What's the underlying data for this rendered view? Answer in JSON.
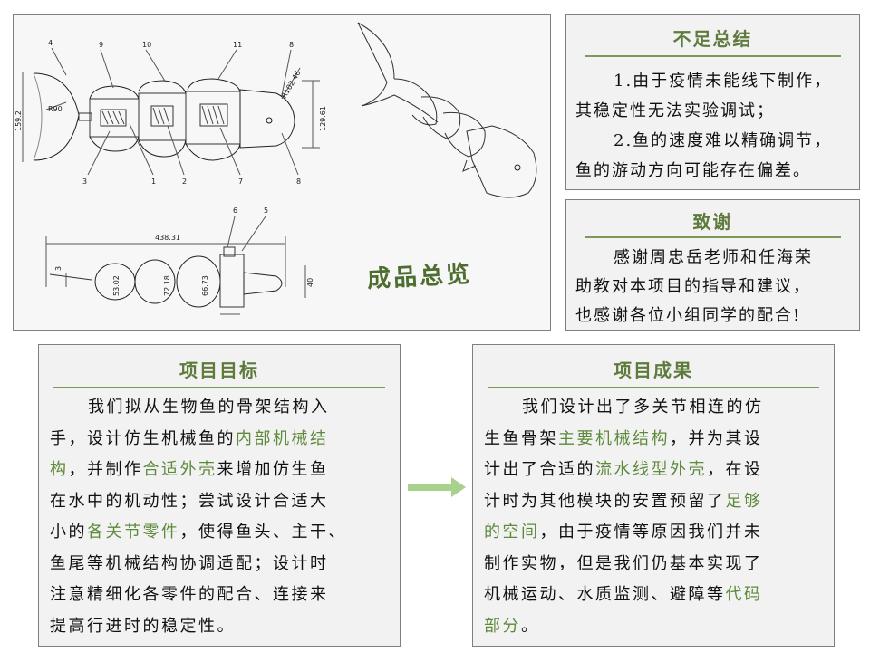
{
  "overview": {
    "title": "成品总览",
    "callouts": [
      "4",
      "9",
      "10",
      "11",
      "8",
      "3",
      "1",
      "2",
      "7",
      "8",
      "6",
      "5"
    ],
    "dimensions": [
      "R90",
      "159.2",
      "R102.46",
      "129.61",
      "438.31",
      "3",
      "53.02",
      "72.18",
      "66.73",
      "40"
    ]
  },
  "shortcomings": {
    "title": "不足总结",
    "lines": [
      "1.由于疫情未能线下制作，",
      "其稳定性无法实验调试；",
      "2.鱼的速度难以精确调节，",
      "鱼的游动方向可能存在偏差。"
    ]
  },
  "thanks": {
    "title": "致谢",
    "lines": [
      "感谢周忠岳老师和任海荣",
      "助教对本项目的指导和建议，",
      "也感谢各位小组同学的配合!"
    ]
  },
  "goal": {
    "title": "项目目标",
    "lines": [
      [
        {
          "t": "我们拟从生物鱼的骨架结构入"
        }
      ],
      [
        {
          "t": "手，设计仿生机械鱼的"
        },
        {
          "t": "内部机械结",
          "hl": true
        }
      ],
      [
        {
          "t": "构",
          "hl": true
        },
        {
          "t": "，并制作"
        },
        {
          "t": "合适外壳",
          "hl": true
        },
        {
          "t": "来增加仿生鱼"
        }
      ],
      [
        {
          "t": "在水中的机动性；尝试设计合适大"
        }
      ],
      [
        {
          "t": "小的"
        },
        {
          "t": "各关节零件",
          "hl": true
        },
        {
          "t": "，使得鱼头、主干、"
        }
      ],
      [
        {
          "t": "鱼尾等机械结构协调适配；设计时"
        }
      ],
      [
        {
          "t": "注意精细化各零件的配合、连接来"
        }
      ],
      [
        {
          "t": "提高行进时的稳定性。"
        }
      ]
    ]
  },
  "results": {
    "title": "项目成果",
    "lines": [
      [
        {
          "t": "我们设计出了多关节相连的仿"
        }
      ],
      [
        {
          "t": "生鱼骨架"
        },
        {
          "t": "主要机械结构",
          "hl": true
        },
        {
          "t": "，并为其设"
        }
      ],
      [
        {
          "t": "计出了合适的"
        },
        {
          "t": "流水线型外壳",
          "hl": true
        },
        {
          "t": "，在设"
        }
      ],
      [
        {
          "t": "计时为其他模块的安置预留了"
        },
        {
          "t": "足够",
          "hl": true
        }
      ],
      [
        {
          "t": "的空间",
          "hl": true
        },
        {
          "t": "，由于疫情等原因我们并未"
        }
      ],
      [
        {
          "t": "制作实物，但是我们仍基本实现了"
        }
      ],
      [
        {
          "t": "机械运动、水质监测、避障等"
        },
        {
          "t": "代码",
          "hl": true
        }
      ],
      [
        {
          "t": "部分",
          "hl": true
        },
        {
          "t": "。"
        }
      ]
    ]
  },
  "colors": {
    "accent": "#5e8a3c",
    "arrow": "#a9d18e",
    "panel_bg": "#f2f2f2",
    "border": "#7f7f7f"
  }
}
